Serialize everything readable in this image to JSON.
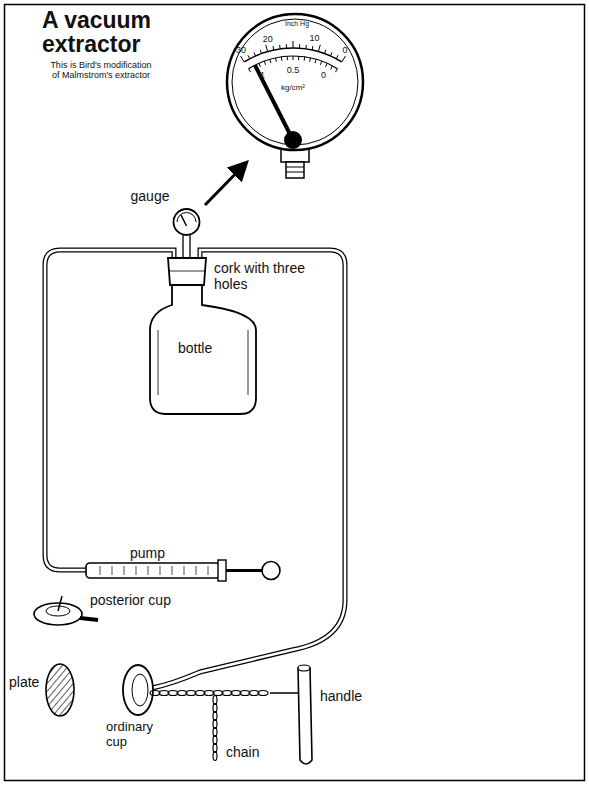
{
  "diagram": {
    "title": "A vacuum extractor",
    "labels": [
      "This is Bird's modification of Malmstrom's extractor",
      "gauge",
      "Inch Hg",
      "30",
      "20",
      "10",
      "0",
      "1",
      "0.5",
      "kg/cm²",
      "0",
      "cork with three holes",
      "bottle",
      "pump",
      "posterior cup",
      "plate",
      "ordinary cup",
      "chain",
      "handle"
    ]
  }
}
